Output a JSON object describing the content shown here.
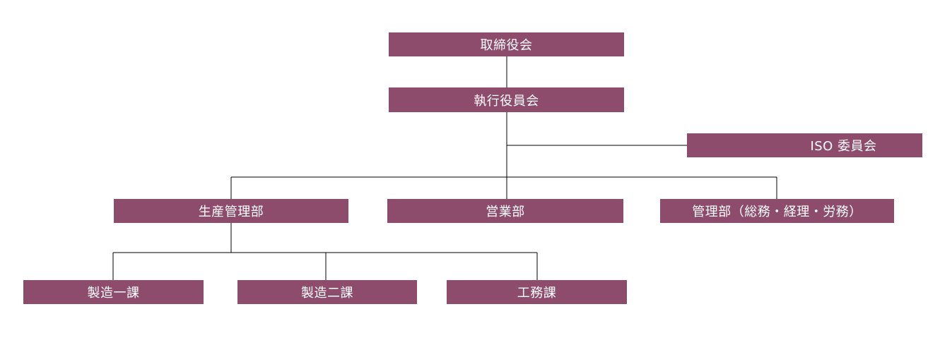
{
  "org_chart": {
    "board": "取締役会",
    "executive_committee": "執行役員会",
    "iso_committee": "ISO 委員会",
    "departments": {
      "production_management": "生産管理部",
      "sales": "営業部",
      "administration": "管理部（総務・経理・労務）"
    },
    "sections": {
      "manufacturing_1": "製造一課",
      "manufacturing_2": "製造二課",
      "engineering": "工務課"
    }
  },
  "colors": {
    "node_fill": "#8e4c6c",
    "node_text": "#ffffff",
    "connector": "#000000"
  }
}
